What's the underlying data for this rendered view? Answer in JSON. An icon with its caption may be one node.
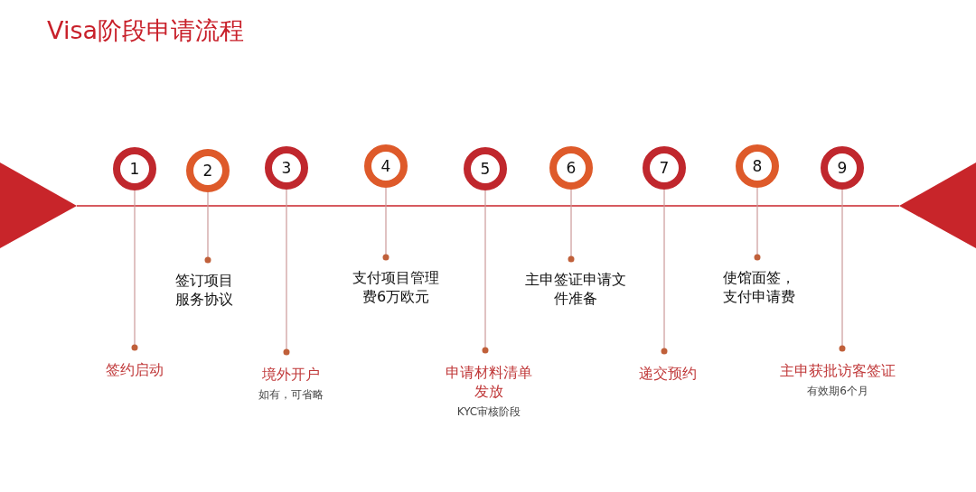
{
  "diagram": {
    "title": "Visa阶段申请流程",
    "nodes": [
      {
        "text": [
          "1"
        ]
      },
      {
        "text": [
          "2"
        ]
      },
      {
        "text": [
          "3"
        ]
      },
      {
        "text": [
          "4"
        ]
      },
      {
        "text": [
          "5"
        ]
      },
      {
        "text": [
          "6"
        ]
      },
      {
        "text": [
          "7"
        ]
      },
      {
        "text": [
          "8"
        ]
      },
      {
        "text": [
          "9"
        ]
      },
      {
        "text": [
          "签约启动"
        ]
      },
      {
        "text": [
          "签订项目服务协议"
        ]
      },
      {
        "text": [
          "境外开户",
          "如有，可省略"
        ]
      },
      {
        "text": [
          "支付项目管理费6万欧元"
        ]
      },
      {
        "text": [
          "申请材料清单发放",
          "KYC审核阶段"
        ]
      },
      {
        "text": [
          "主申签证申请文件准备"
        ]
      },
      {
        "text": [
          "递交预约"
        ]
      },
      {
        "text": [
          "使馆面签，支付申请费"
        ]
      },
      {
        "text": [
          "主申获批访客签证",
          "有效期6个月"
        ]
      }
    ],
    "edges": [
      {
        "from": 0,
        "to": 9,
        "arrow": "other"
      },
      {
        "from": 1,
        "to": 10,
        "arrow": "other"
      },
      {
        "from": 2,
        "to": 11,
        "arrow": "other"
      },
      {
        "from": 3,
        "to": 12,
        "arrow": "other"
      },
      {
        "from": 4,
        "to": 13,
        "arrow": "other"
      },
      {
        "from": 5,
        "to": 14,
        "arrow": "other"
      },
      {
        "from": 6,
        "to": 15,
        "arrow": "other"
      },
      {
        "from": 7,
        "to": 16,
        "arrow": "other"
      },
      {
        "from": 8,
        "to": 17,
        "arrow": "other"
      }
    ]
  }
}
